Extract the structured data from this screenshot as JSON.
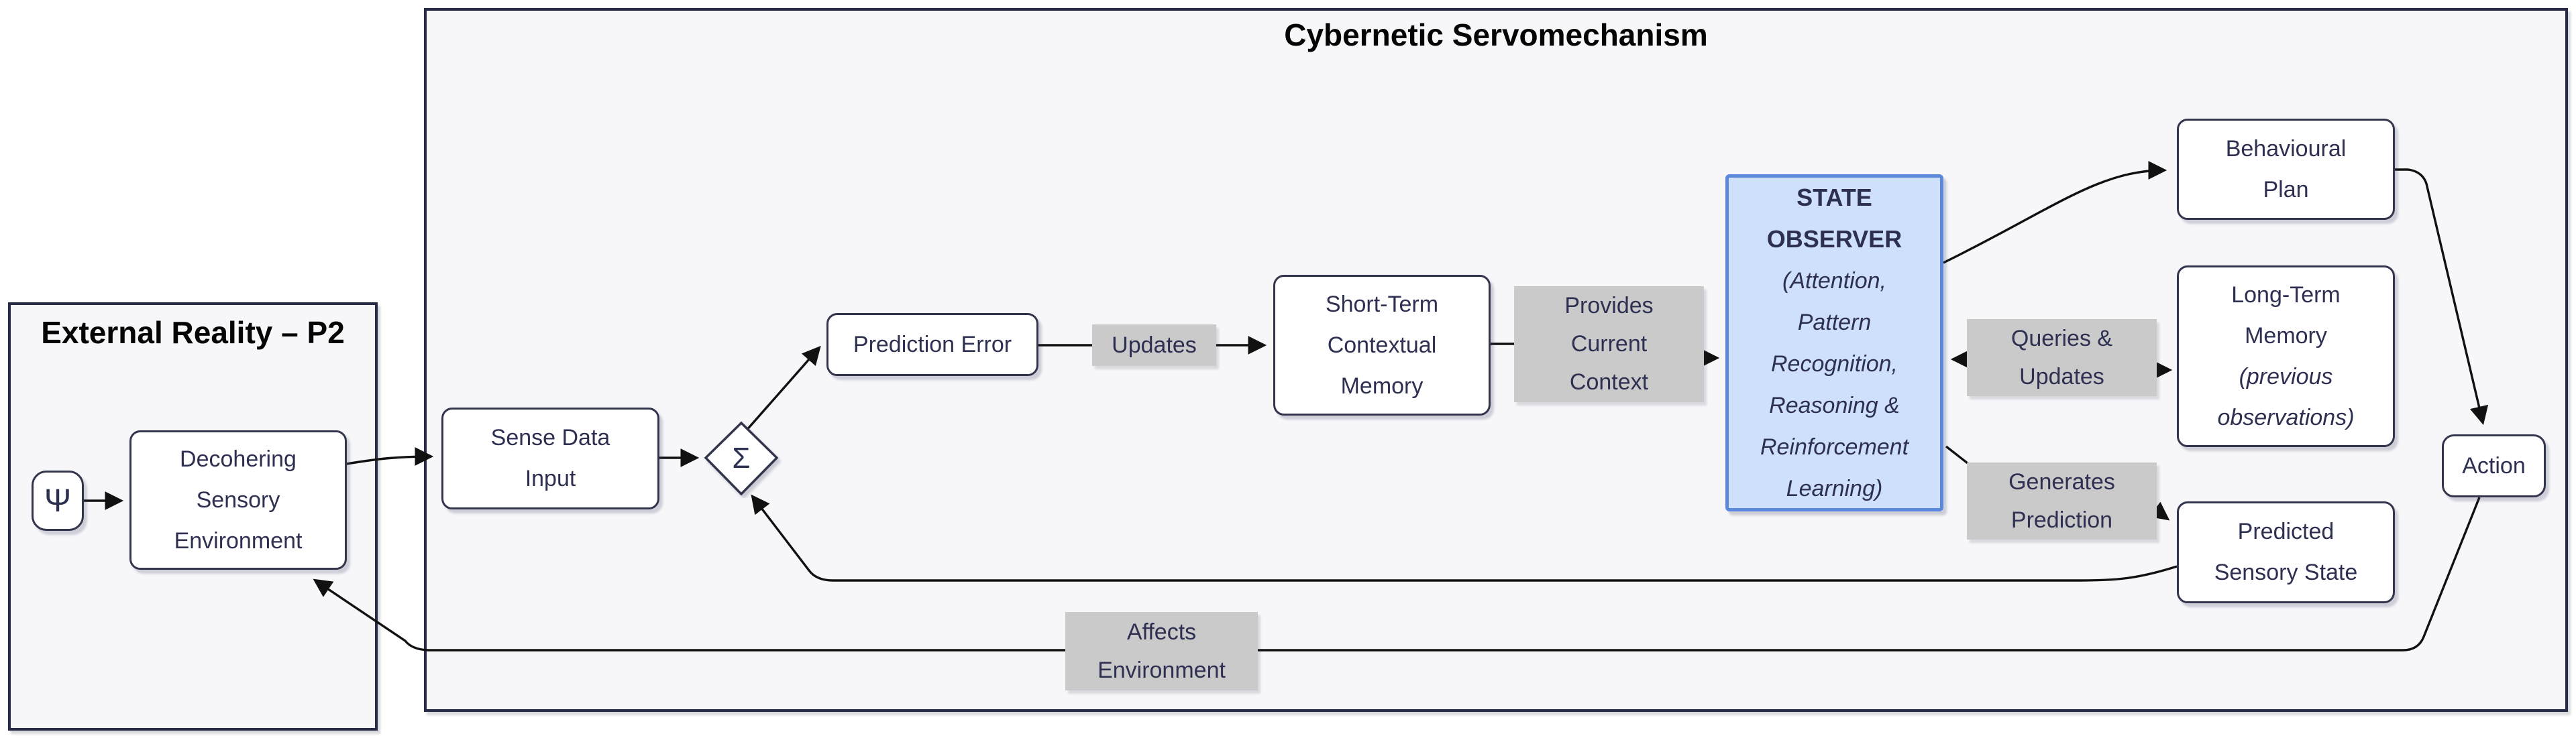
{
  "titles": {
    "external": [
      "External",
      "Reality – P2"
    ],
    "servo": [
      "Cybernetic",
      "Servomechanism"
    ]
  },
  "nodes": {
    "psi": "Ψ",
    "sigma": "Σ",
    "decohering": [
      "Decohering",
      "Sensory",
      "Environment"
    ],
    "sense": [
      "Sense Data",
      "Input"
    ],
    "prediction_error": "Prediction Error",
    "short_term": [
      "Short-Term",
      "Contextual",
      "Memory"
    ],
    "observer_title": [
      "STATE",
      "OBSERVER"
    ],
    "observer_detail": [
      "(Attention,",
      "Pattern",
      "Recognition,",
      "Reasoning &",
      "Reinforcement",
      "Learning)"
    ],
    "behavioural": [
      "Behavioural",
      "Plan"
    ],
    "long_term": [
      "Long-Term",
      "Memory"
    ],
    "long_term_note": [
      "(previous",
      "observations)"
    ],
    "predicted": [
      "Predicted",
      "Sensory State"
    ],
    "action": "Action"
  },
  "edge_labels": {
    "updates": "Updates",
    "provides": [
      "Provides",
      "Current",
      "Context"
    ],
    "queries": [
      "Queries &",
      "Updates"
    ],
    "generates": [
      "Generates",
      "Prediction"
    ],
    "affects": [
      "Affects",
      "Environment"
    ]
  },
  "colors": {
    "background": "#ffffff",
    "panel_fill": "#f7f7fa",
    "panel_border": "#282b45",
    "node_fill": "#ffffff",
    "node_border": "#33354d",
    "node_text": "#2e3051",
    "observer_fill": "#cfe0fb",
    "observer_border": "#5c88db",
    "edge_label_fill": "#cacaca",
    "line_color": "#111111",
    "title_color": "#050505"
  }
}
